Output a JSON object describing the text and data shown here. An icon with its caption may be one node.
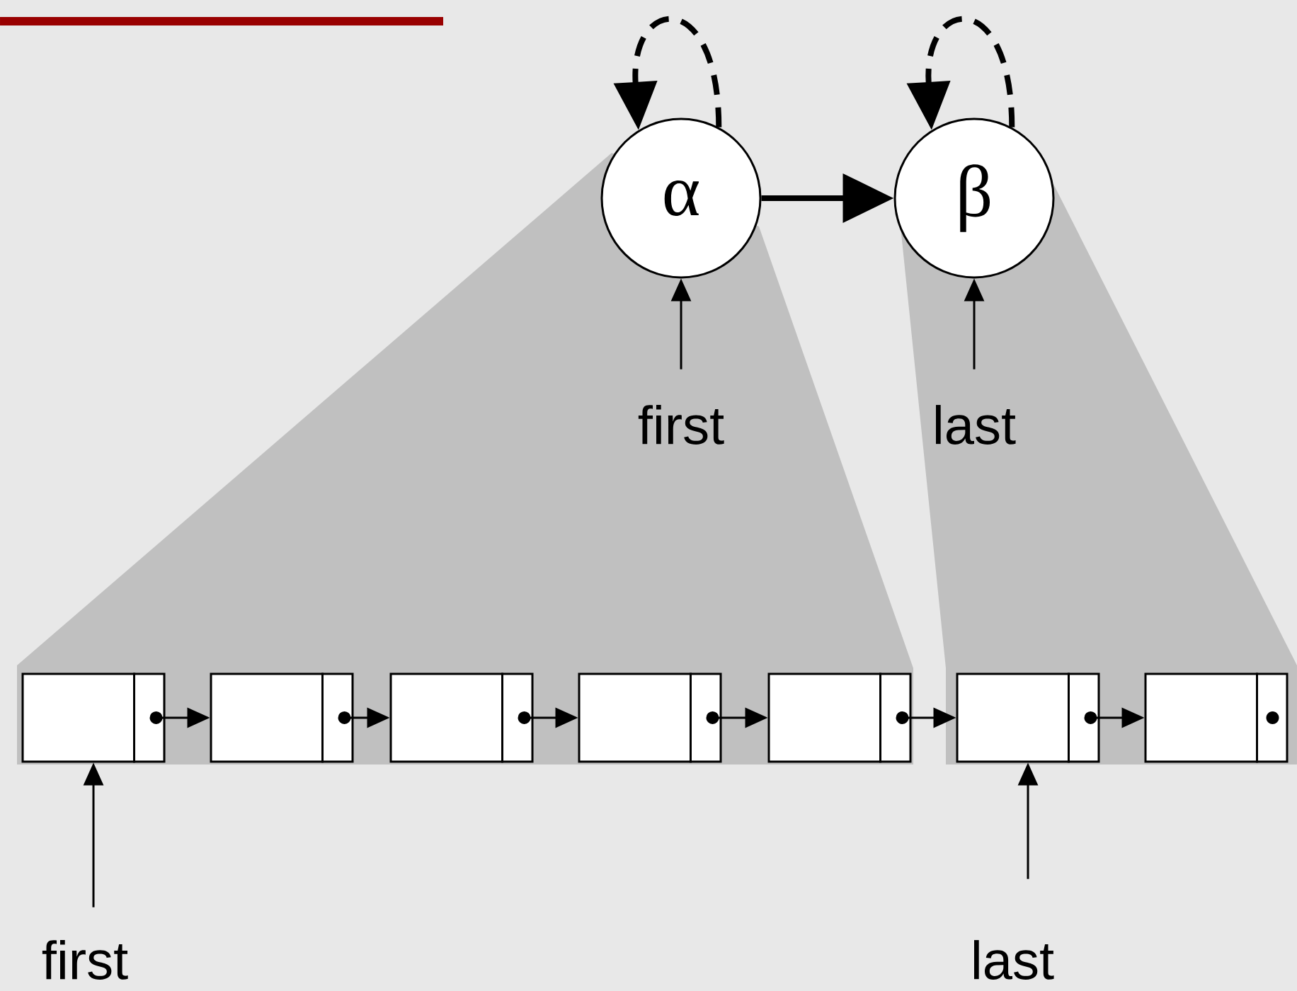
{
  "diagram": {
    "nodes": [
      {
        "text": [
          "α"
        ]
      },
      {
        "text": [
          "β"
        ]
      },
      {
        "text": [
          "first"
        ]
      },
      {
        "text": [
          "last"
        ]
      },
      {
        "text": [],
        "shape": "box"
      },
      {
        "text": [],
        "shape": "box"
      },
      {
        "text": [],
        "shape": "box"
      },
      {
        "text": [],
        "shape": "box"
      },
      {
        "text": [],
        "shape": "box"
      },
      {
        "text": [],
        "shape": "box"
      },
      {
        "text": [],
        "shape": "box"
      },
      {
        "text": [
          "first"
        ]
      },
      {
        "text": [
          "last"
        ]
      }
    ],
    "edges": [
      {
        "from": 0,
        "to": 0,
        "arrow": "to",
        "style": "dashed"
      },
      {
        "from": 1,
        "to": 1,
        "arrow": "to",
        "style": "dashed"
      },
      {
        "from": 0,
        "to": 1,
        "arrow": "to",
        "style": "thick"
      },
      {
        "from": 2,
        "to": 0,
        "arrow": "to"
      },
      {
        "from": 3,
        "to": 1,
        "arrow": "to"
      },
      {
        "from": 4,
        "to": 5,
        "arrow": "to"
      },
      {
        "from": 5,
        "to": 6,
        "arrow": "to"
      },
      {
        "from": 6,
        "to": 7,
        "arrow": "to"
      },
      {
        "from": 7,
        "to": 8,
        "arrow": "to"
      },
      {
        "from": 8,
        "to": 9,
        "arrow": "to"
      },
      {
        "from": 9,
        "to": 10,
        "arrow": "to"
      },
      {
        "from": 11,
        "to": 4,
        "arrow": "to"
      },
      {
        "from": 12,
        "to": 9,
        "arrow": "to"
      }
    ]
  }
}
